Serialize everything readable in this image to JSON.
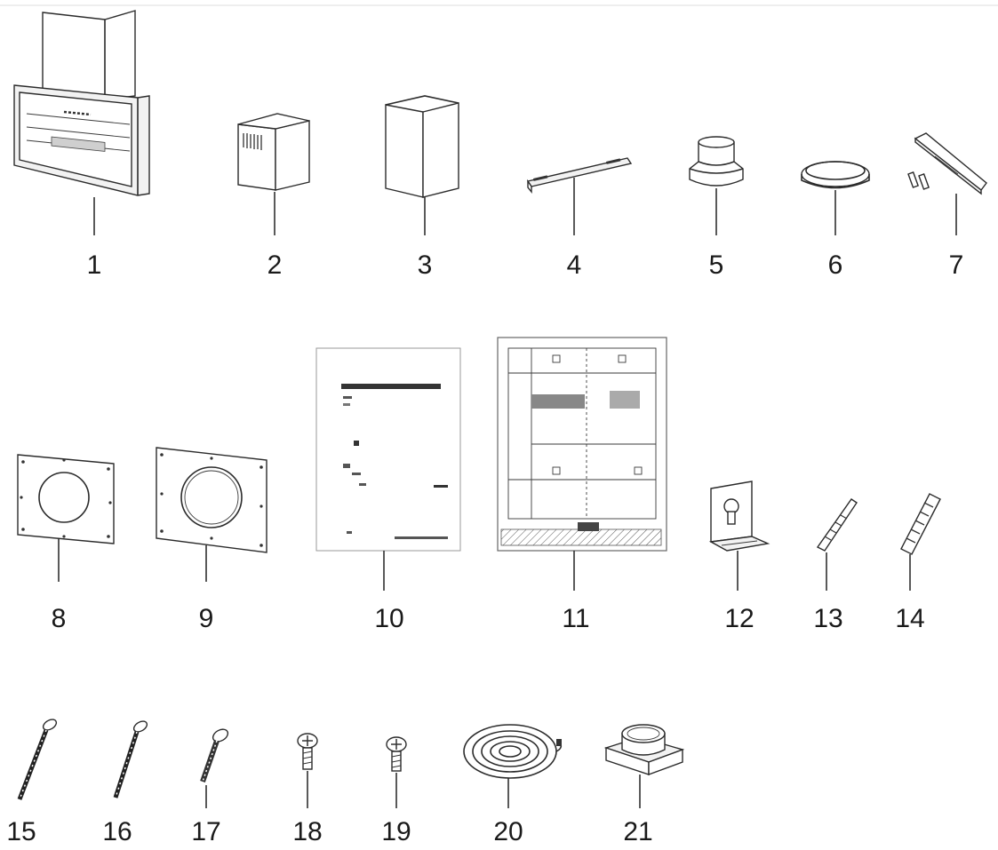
{
  "parts": [
    {
      "number": "1",
      "icon": "cooker-hood-icon"
    },
    {
      "number": "2",
      "icon": "vented-chimney-cover-icon"
    },
    {
      "number": "3",
      "icon": "chimney-cover-icon"
    },
    {
      "number": "4",
      "icon": "mounting-bracket-bar-icon"
    },
    {
      "number": "5",
      "icon": "duct-adapter-icon"
    },
    {
      "number": "6",
      "icon": "sealing-ring-icon"
    },
    {
      "number": "7",
      "icon": "bracket-with-fittings-icon"
    },
    {
      "number": "8",
      "icon": "square-wall-plate-icon"
    },
    {
      "number": "9",
      "icon": "rectangular-wall-plate-icon"
    },
    {
      "number": "10",
      "icon": "instruction-manual-icon"
    },
    {
      "number": "11",
      "icon": "installation-template-icon"
    },
    {
      "number": "12",
      "icon": "keyhole-hanging-bracket-icon"
    },
    {
      "number": "13",
      "icon": "small-wall-plug-icon"
    },
    {
      "number": "14",
      "icon": "large-wall-plug-icon"
    },
    {
      "number": "15",
      "icon": "long-screw-icon"
    },
    {
      "number": "16",
      "icon": "long-screw-icon"
    },
    {
      "number": "17",
      "icon": "medium-screw-icon"
    },
    {
      "number": "18",
      "icon": "short-screw-icon"
    },
    {
      "number": "19",
      "icon": "short-screw-icon"
    },
    {
      "number": "20",
      "icon": "coiled-cable-icon"
    },
    {
      "number": "21",
      "icon": "one-way-valve-icon"
    }
  ]
}
